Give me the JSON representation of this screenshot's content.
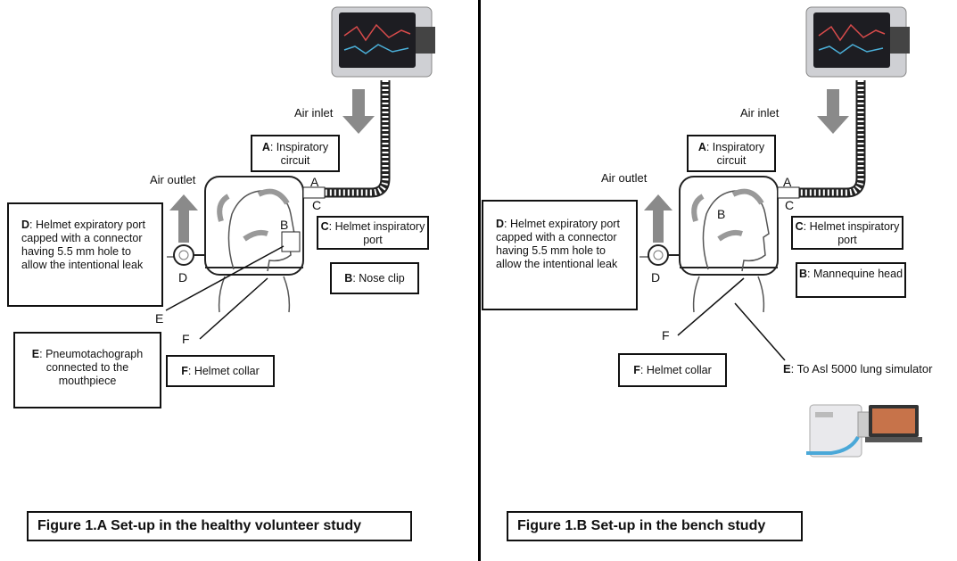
{
  "panel_a": {
    "air_inlet": "Air inlet",
    "air_outlet": "Air outlet",
    "labels": {
      "a": "A",
      "b": "B",
      "c": "C",
      "d": "D",
      "e": "E",
      "f": "F"
    },
    "box_a": {
      "key": "A",
      "text": ": Inspiratory circuit"
    },
    "box_c": {
      "key": "C",
      "text": ": Helmet inspiratory port"
    },
    "box_b": {
      "key": "B",
      "text": ": Nose clip"
    },
    "box_d": {
      "key": "D",
      "text": ": Helmet expiratory port capped with a connector having 5.5 mm hole to allow the intentional leak"
    },
    "box_e": {
      "key": "E",
      "text": ": Pneumotachograph connected to the mouthpiece"
    },
    "box_f": {
      "key": "F",
      "text": ": Helmet collar"
    },
    "caption": "Figure 1.A Set-up in the healthy volunteer study"
  },
  "panel_b": {
    "air_inlet": "Air inlet",
    "air_outlet": "Air outlet",
    "labels": {
      "a": "A",
      "b": "B",
      "c": "C",
      "d": "D",
      "f": "F"
    },
    "box_a": {
      "key": "A",
      "text": ": Inspiratory circuit"
    },
    "box_c": {
      "key": "C",
      "text": ": Helmet inspiratory port"
    },
    "box_b": {
      "key": "B",
      "text": ": Mannequine head"
    },
    "box_d": {
      "key": "D",
      "text": ": Helmet expiratory port capped with a connector having 5.5 mm hole to allow the intentional leak"
    },
    "box_f": {
      "key": "F",
      "text": ": Helmet collar"
    },
    "label_e": {
      "key": "E",
      "text": ": To Asl 5000 lung simulator"
    },
    "caption": "Figure 1.B Set-up in the bench study"
  },
  "colors": {
    "line": "#111111",
    "arrow_fill": "#8a8a8a",
    "screen": "#1d1d22",
    "device": "#e9e9ec",
    "tube": "#4aa8d8"
  }
}
